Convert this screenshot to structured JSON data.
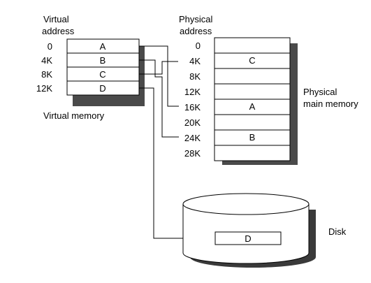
{
  "virtual": {
    "title_line1": "Virtual",
    "title_line2": "address",
    "addresses": [
      "0",
      "4K",
      "8K",
      "12K"
    ],
    "pages": [
      "A",
      "B",
      "C",
      "D"
    ],
    "caption": "Virtual memory"
  },
  "physical": {
    "title_line1": "Physical",
    "title_line2": "address",
    "addresses": [
      "0",
      "4K",
      "8K",
      "12K",
      "16K",
      "20K",
      "24K",
      "28K"
    ],
    "frames": [
      "",
      "C",
      "",
      "",
      "A",
      "",
      "B",
      ""
    ],
    "caption_line1": "Physical",
    "caption_line2": "main memory"
  },
  "disk": {
    "label": "Disk",
    "page": "D"
  },
  "mappings": [
    {
      "from": "A",
      "to": "16K"
    },
    {
      "from": "B",
      "to": "24K"
    },
    {
      "from": "C",
      "to": "4K"
    },
    {
      "from": "D",
      "to": "disk"
    }
  ],
  "colors": {
    "line": "#000000",
    "shadow": "#4a4a4a",
    "box": "#ffffff"
  }
}
